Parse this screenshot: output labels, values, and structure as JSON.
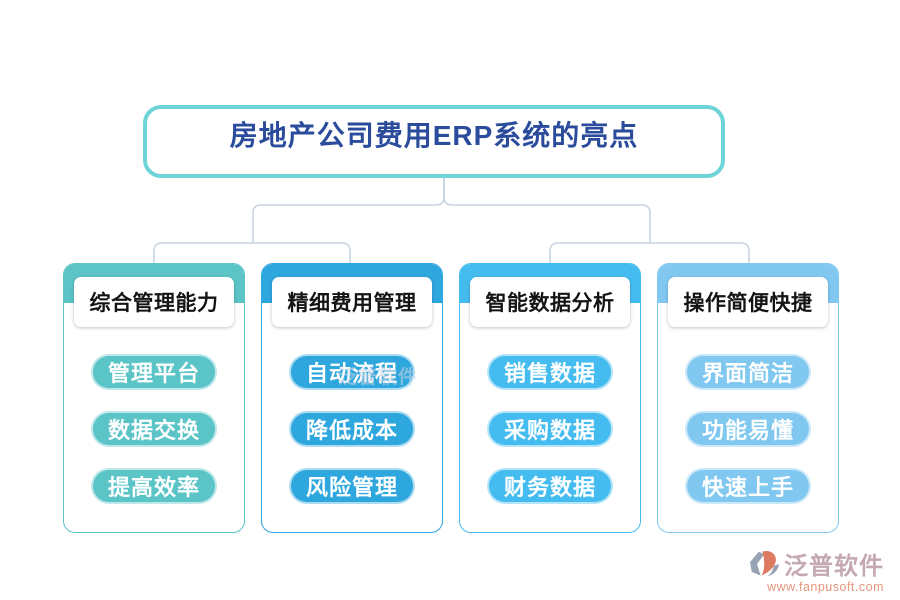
{
  "title": "房地产公司费用ERP系统的亮点",
  "columns": [
    {
      "header": "综合管理能力",
      "color": "#5BC4C7",
      "items": [
        "管理平台",
        "数据交换",
        "提高效率"
      ]
    },
    {
      "header": "精细费用管理",
      "color": "#2EA7DE",
      "items": [
        "自动流程",
        "降低成本",
        "风险管理"
      ]
    },
    {
      "header": "智能数据分析",
      "color": "#45BCEF",
      "items": [
        "销售数据",
        "采购数据",
        "财务数据"
      ]
    },
    {
      "header": "操作简便快捷",
      "color": "#80C8F0",
      "items": [
        "界面简洁",
        "功能易懂",
        "快速上手"
      ]
    }
  ],
  "footer": {
    "brand": "泛普软件",
    "url": "www.fanpusoft.com"
  },
  "colors": {
    "title_border": "#6FD4D8",
    "title_text": "#2B4C9C",
    "connector_line": "#C9D3E3",
    "header_text": "#141414",
    "pill_text": "#FFFFFF",
    "brand_text": "#C4A9B2",
    "brand_url": "#E5967F",
    "logo_gray": "#97A2B4",
    "logo_orange": "#DD7A5F"
  }
}
